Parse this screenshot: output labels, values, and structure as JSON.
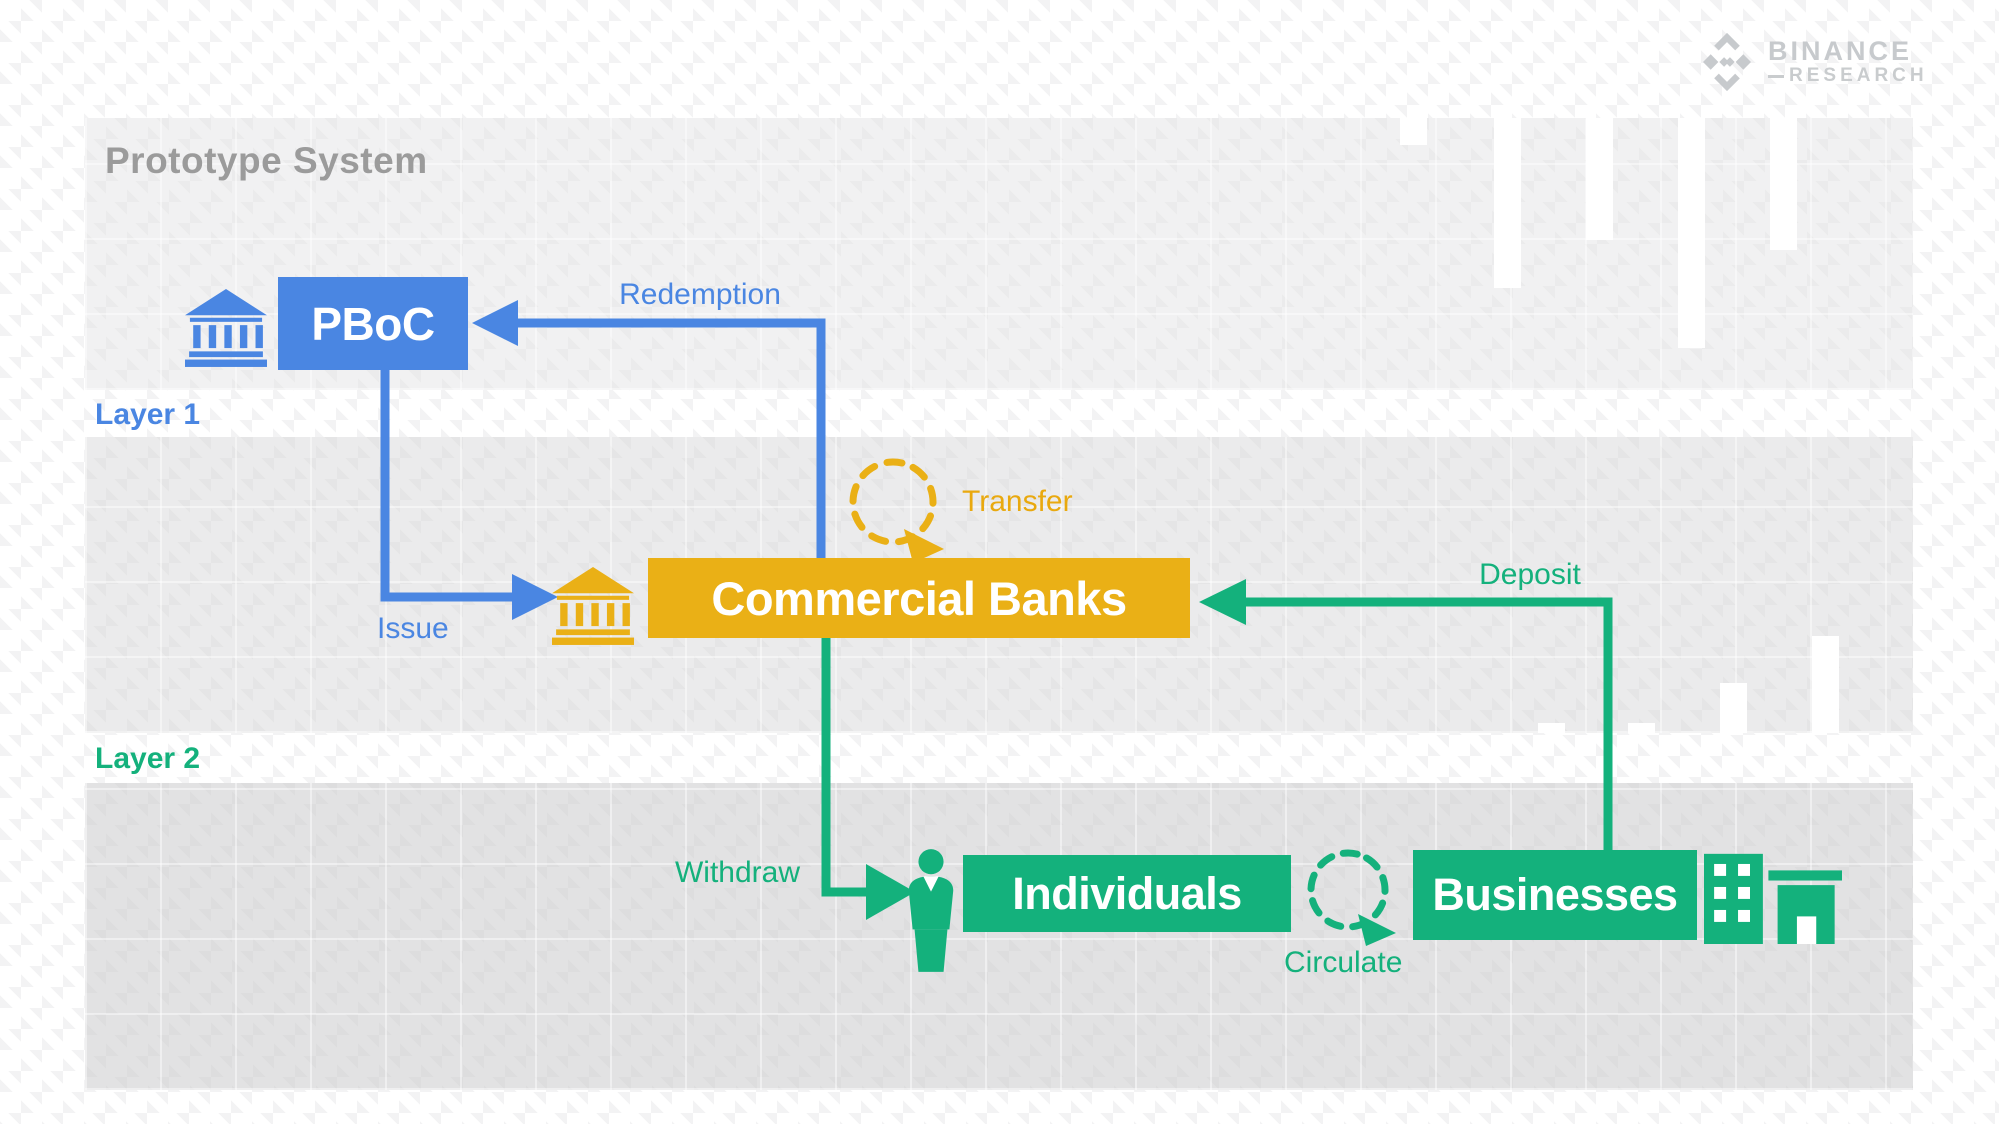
{
  "logo": {
    "brand": "BINANCE",
    "sub": "RESEARCH"
  },
  "title": "Prototype System",
  "layer1_label": "Layer 1",
  "layer2_label": "Layer 2",
  "nodes": {
    "pboc": "PBoC",
    "commercial_banks": "Commercial Banks",
    "individuals": "Individuals",
    "businesses": "Businesses"
  },
  "flows": {
    "redemption": "Redemption",
    "issue": "Issue",
    "transfer": "Transfer",
    "deposit": "Deposit",
    "withdraw": "Withdraw",
    "circulate": "Circulate"
  },
  "colors": {
    "blue": "#4A86E2",
    "gold": "#EAB016",
    "green": "#14B17C",
    "title_gray": "#9B9B9B",
    "logo_gray": "#C7CACD",
    "band1_gray": "#F1F1F2",
    "band2_gray": "#EBEBEC",
    "band3_gray": "#E2E2E3"
  }
}
